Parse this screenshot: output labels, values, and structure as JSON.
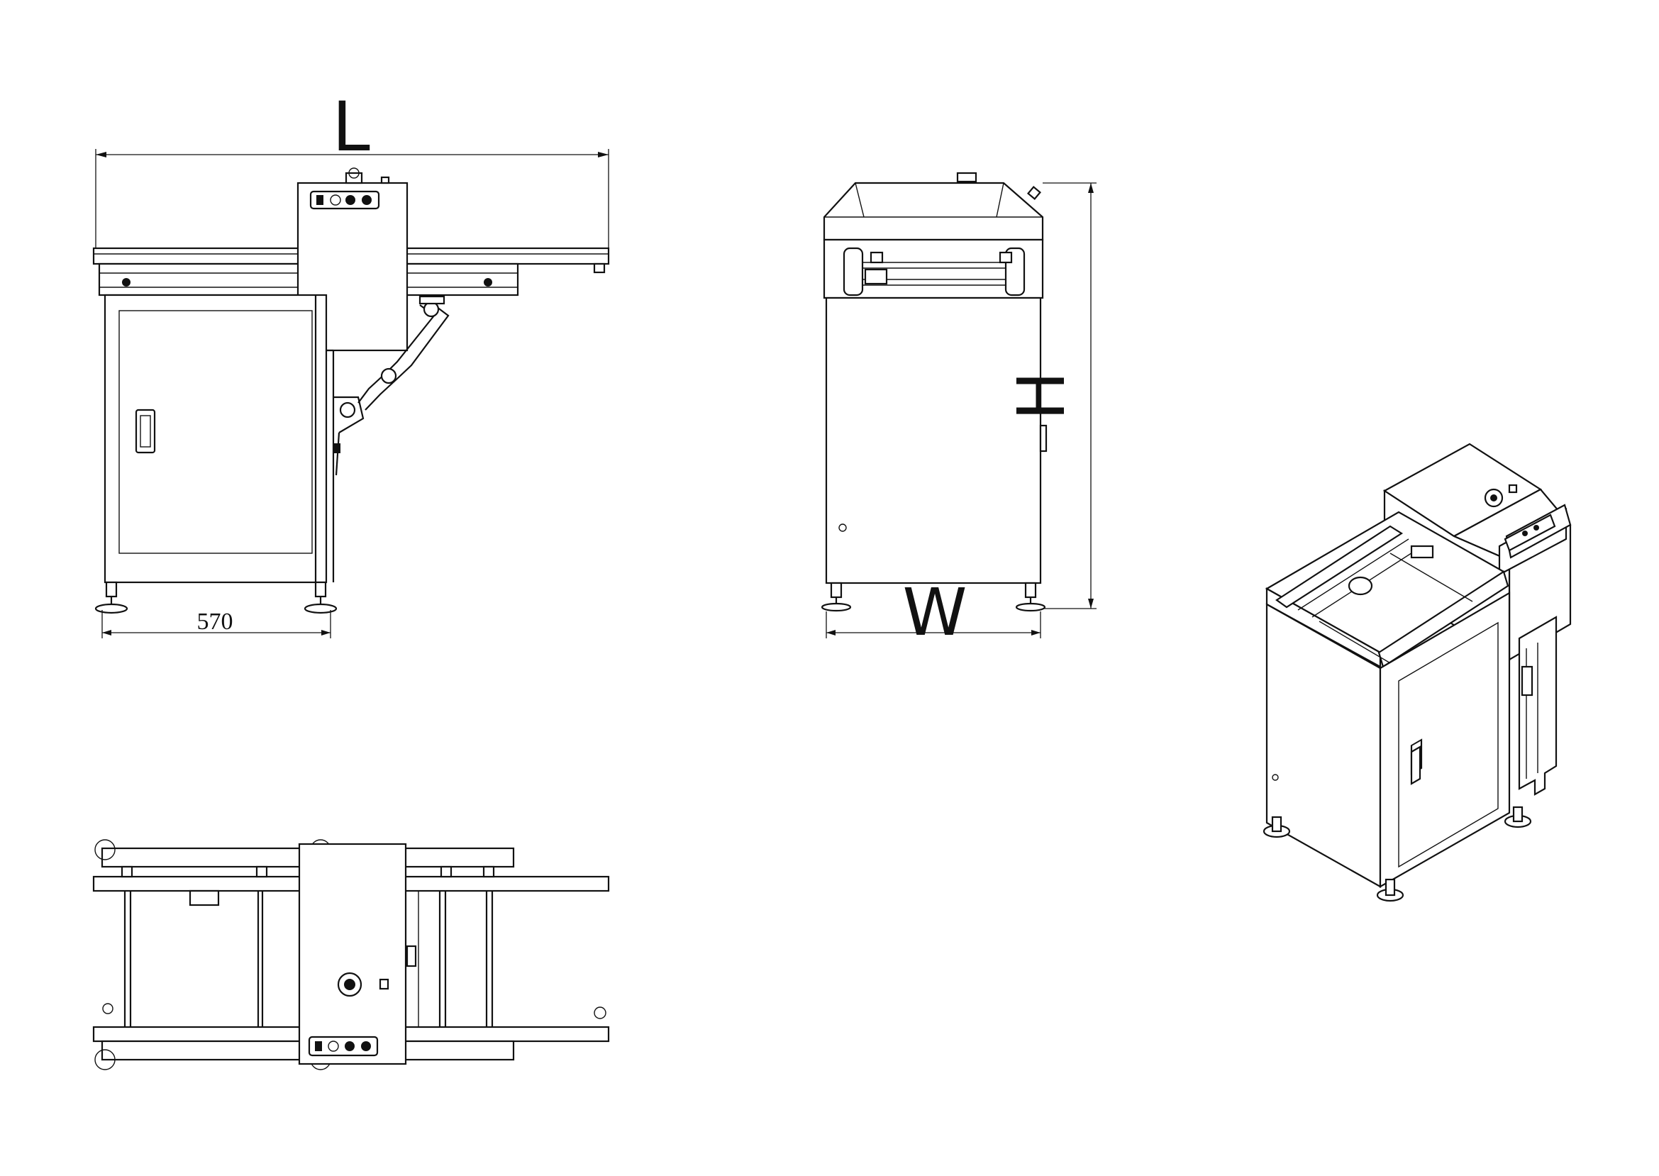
{
  "drawing": {
    "dimensions": {
      "length_label": "L",
      "height_label": "H",
      "width_label": "W",
      "foot_span_label": "570"
    }
  },
  "colors": {
    "line": "#111111",
    "background": "#ffffff"
  }
}
